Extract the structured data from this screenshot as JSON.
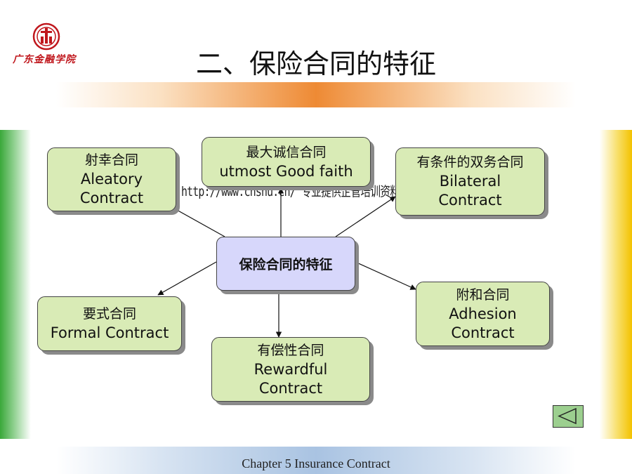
{
  "header": {
    "logo_text": "广东金融学院",
    "title": "二、保险合同的特征"
  },
  "watermark": "http://www.cnshu.cn/ 专业提供企管培训资料",
  "diagram": {
    "center": "保险合同的特征",
    "nodes": {
      "aleatory": {
        "zh": "射幸合同",
        "en1": "Aleatory",
        "en2": "Contract"
      },
      "good_faith": {
        "zh": "最大诚信合同",
        "en1": "utmost Good faith"
      },
      "bilateral": {
        "zh": "有条件的双务合同",
        "en1": "Bilateral",
        "en2": "Contract"
      },
      "formal": {
        "zh": "要式合同",
        "en1": "Formal Contract"
      },
      "adhesion": {
        "zh": "附和合同",
        "en1": "Adhesion",
        "en2": "Contract"
      },
      "rewardful": {
        "zh": "有偿性合同",
        "en1": "Rewardful",
        "en2": "Contract"
      }
    }
  },
  "footer": {
    "text": "Chapter 5 Insurance Contract"
  },
  "nav": {
    "back_icon": "triangle-left-icon"
  },
  "colors": {
    "node_fill": "#d9ebb6",
    "center_fill": "#d7d7fb",
    "logo_red": "#c0171d",
    "band_orange": "#ee8a34",
    "band_blue": "#a9c3e2"
  }
}
